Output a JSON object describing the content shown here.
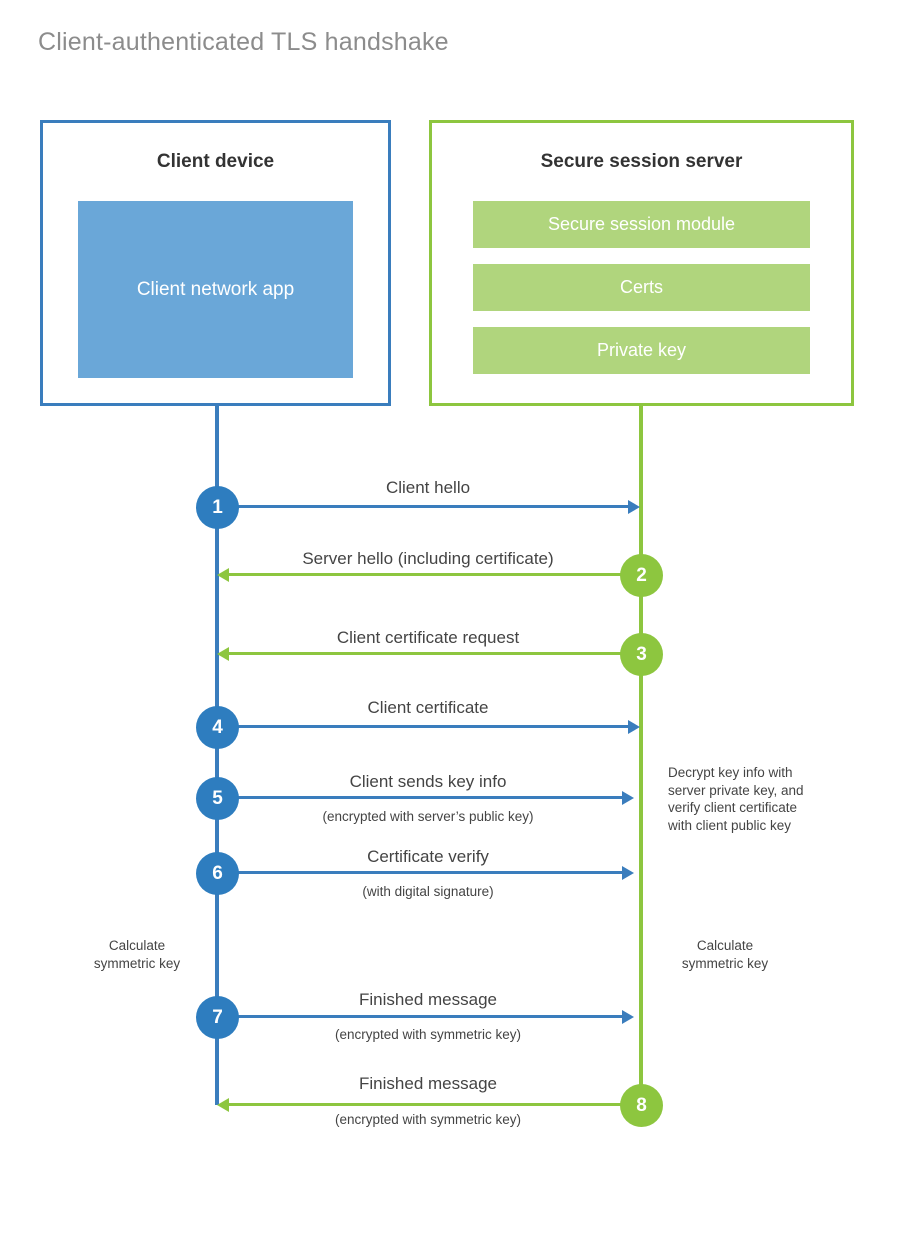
{
  "title": "Client-authenticated TLS handshake",
  "colors": {
    "client_blue": "#3a7dbd",
    "client_app_fill": "#6aa7d8",
    "server_green": "#8dc63f",
    "server_bar_fill": "#b0d57d",
    "step_blue": "#2e7dbf",
    "title_gray": "#8c8c8c",
    "text_gray": "#444444"
  },
  "actors": {
    "client": {
      "title": "Client device",
      "component": "Client network app"
    },
    "server": {
      "title": "Secure session server",
      "components": [
        "Secure session module",
        "Certs",
        "Private key"
      ]
    }
  },
  "steps": [
    {
      "number": "1",
      "label": "Client hello",
      "sub": "",
      "direction": "client-to-server",
      "color": "blue"
    },
    {
      "number": "2",
      "label": "Server hello (including certificate)",
      "sub": "",
      "direction": "server-to-client",
      "color": "green"
    },
    {
      "number": "3",
      "label": "Client certificate request",
      "sub": "",
      "direction": "server-to-client",
      "color": "green"
    },
    {
      "number": "4",
      "label": "Client certificate",
      "sub": "",
      "direction": "client-to-server",
      "color": "blue"
    },
    {
      "number": "5",
      "label": "Client sends key info",
      "sub": "(encrypted with server’s public key)",
      "direction": "client-to-server",
      "color": "blue"
    },
    {
      "number": "6",
      "label": "Certificate verify",
      "sub": "(with digital signature)",
      "direction": "client-to-server",
      "color": "blue"
    },
    {
      "number": "7",
      "label": "Finished message",
      "sub": "(encrypted with symmetric key)",
      "direction": "client-to-server",
      "color": "blue"
    },
    {
      "number": "8",
      "label": "Finished message",
      "sub": "(encrypted with symmetric key)",
      "direction": "server-to-client",
      "color": "green"
    }
  ],
  "notes": {
    "server_decrypt": "Decrypt key info with\nserver private key, and\nverify client certificate\nwith client public key",
    "client_calculate": "Calculate\nsymmetric key",
    "server_calculate": "Calculate\nsymmetric key"
  }
}
